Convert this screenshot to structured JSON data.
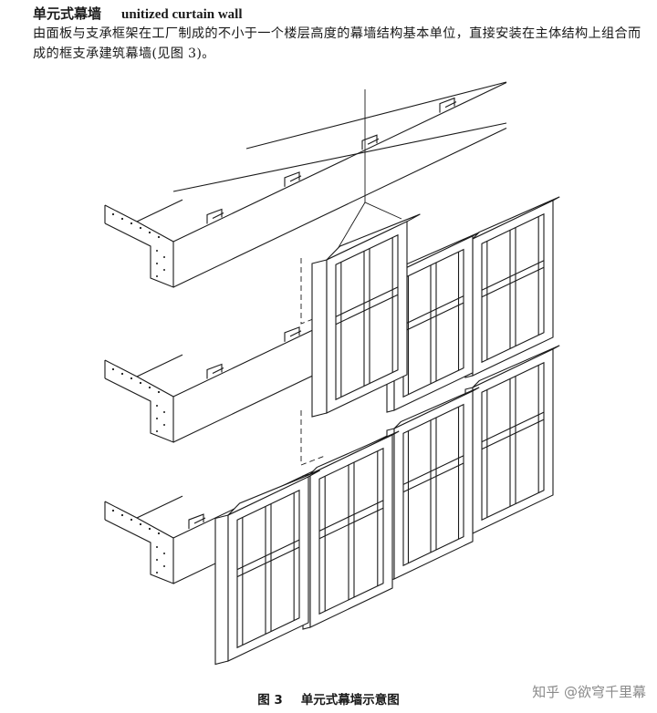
{
  "term": {
    "zh": "单元式幕墙",
    "en": "unitized curtain wall"
  },
  "definition": "由面板与支承框架在工厂制成的不小于一个楼层高度的幕墙结构基本单位，直接安装在主体结构上组合而成的框支承建筑幕墙(见图 3)。",
  "figure": {
    "caption_number": "图 3",
    "caption_text": "单元式幕墙示意图",
    "illustration": "isometric-drawing-unitized-curtain-wall"
  },
  "watermark": {
    "text": "知乎 @欲穹千里幕"
  },
  "colors": {
    "ink": "#1a1a1a",
    "watermark": "#8a8a8a"
  }
}
